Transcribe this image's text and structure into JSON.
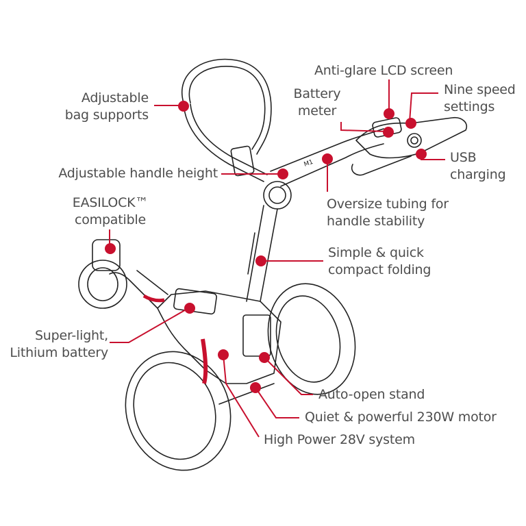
{
  "diagram": {
    "subject": "Electric golf trolley",
    "brand_mark": "M1",
    "accent_color": "#c8102e",
    "line_color": "#222222",
    "callouts": [
      {
        "id": "bag-supports",
        "lines": [
          "Adjustable",
          "bag supports"
        ]
      },
      {
        "id": "handle-height",
        "lines": [
          "Adjustable handle height"
        ]
      },
      {
        "id": "easilock",
        "lines": [
          "EASILOCK™",
          "compatible"
        ]
      },
      {
        "id": "battery",
        "lines": [
          "Super-light,",
          "Lithium battery"
        ]
      },
      {
        "id": "lcd",
        "lines": [
          "Anti-glare LCD screen"
        ]
      },
      {
        "id": "battery-meter",
        "lines": [
          "Battery",
          "meter"
        ]
      },
      {
        "id": "speed",
        "lines": [
          "Nine speed",
          "settings"
        ]
      },
      {
        "id": "usb",
        "lines": [
          "USB",
          "charging"
        ]
      },
      {
        "id": "tubing",
        "lines": [
          "Oversize tubing for",
          "handle stability"
        ]
      },
      {
        "id": "folding",
        "lines": [
          "Simple & quick",
          "compact folding"
        ]
      },
      {
        "id": "stand",
        "lines": [
          "Auto-open stand"
        ]
      },
      {
        "id": "motor",
        "lines": [
          "Quiet & powerful 230W motor"
        ]
      },
      {
        "id": "system",
        "lines": [
          "High Power 28V system"
        ]
      }
    ]
  }
}
